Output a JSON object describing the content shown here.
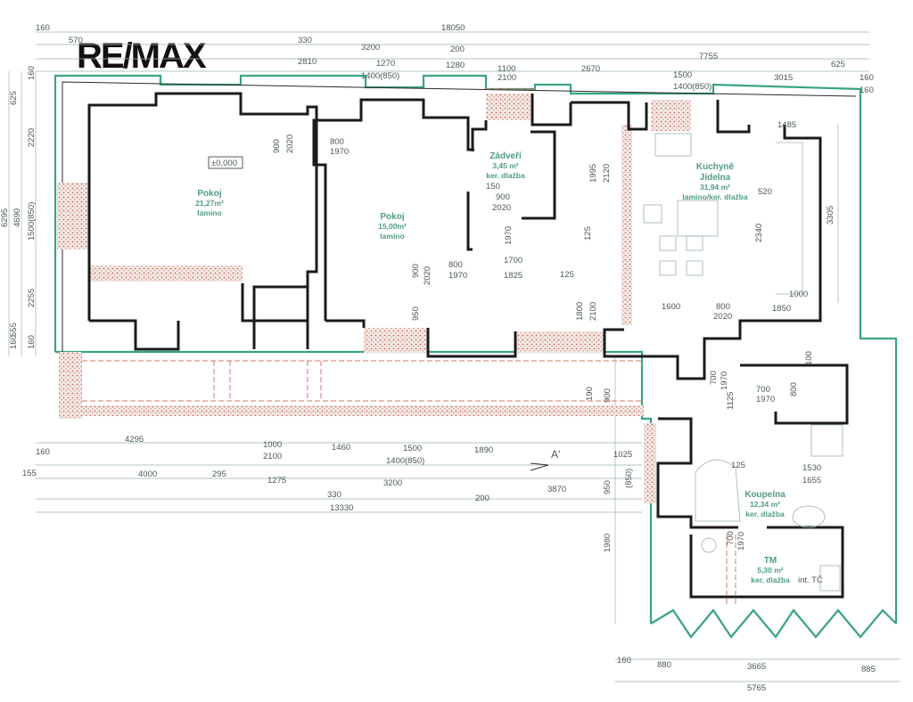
{
  "brand": {
    "logo": "RE/MAX"
  },
  "level_marker": "±0,000",
  "section_marker": "A'",
  "rooms": [
    {
      "name": "Pokoj",
      "area": "21,27m²",
      "floor": "lamino"
    },
    {
      "name": "Pokoj",
      "area": "15,00m²",
      "floor": "lamino"
    },
    {
      "name": "Zádveří",
      "area": "3,45 m²",
      "floor": "ker. dlažba"
    },
    {
      "name": "Kuchyně",
      "name2": "Jídelna",
      "area": "31,94 m²",
      "floor": "lamino/ker. dlažba"
    },
    {
      "name": "Koupelna",
      "area": "12,34 m²",
      "floor": "ker. dlažba"
    },
    {
      "name": "TM",
      "area": "5,30 m²",
      "floor": "ker. dlažba",
      "note": "int. TČ"
    }
  ],
  "dimensions": [
    "160",
    "18050",
    "570",
    "330",
    "3200",
    "200",
    "7755",
    "2810",
    "1270",
    "1280",
    "1100",
    "2670",
    "1500",
    "3015",
    "625",
    "160",
    "160",
    "1400(850)",
    "2100",
    "1400(850)",
    "625",
    "2220",
    "6295",
    "4690",
    "1500(850)",
    "2255",
    "555",
    "160",
    "4295",
    "1000",
    "1460",
    "1500",
    "1890",
    "2100",
    "1400(850)",
    "160",
    "155",
    "4000",
    "295",
    "1275",
    "3200",
    "330",
    "200",
    "3870",
    "13330",
    "1025",
    "950",
    "(850)",
    "1980",
    "160",
    "880",
    "3665",
    "885",
    "5765",
    "3305",
    "1485",
    "2340",
    "1000",
    "1850",
    "1600",
    "800",
    "2020",
    "520",
    "100",
    "700",
    "1970",
    "800",
    "1125",
    "125",
    "1530",
    "1655",
    "190",
    "900",
    "1995",
    "2120",
    "125",
    "1700",
    "1825",
    "125",
    "800",
    "1970",
    "900",
    "2020",
    "950",
    "1800",
    "2100",
    "900",
    "2020",
    "800",
    "1970",
    "150",
    "900",
    "2020",
    "1970",
    "700",
    "1970",
    "700",
    "1970",
    "160",
    "160"
  ],
  "colors": {
    "outer_wall": "#3aa57a",
    "inner_wall": "#1b1b1b",
    "label": "#4f9c80",
    "hatch": "#d9776a"
  }
}
